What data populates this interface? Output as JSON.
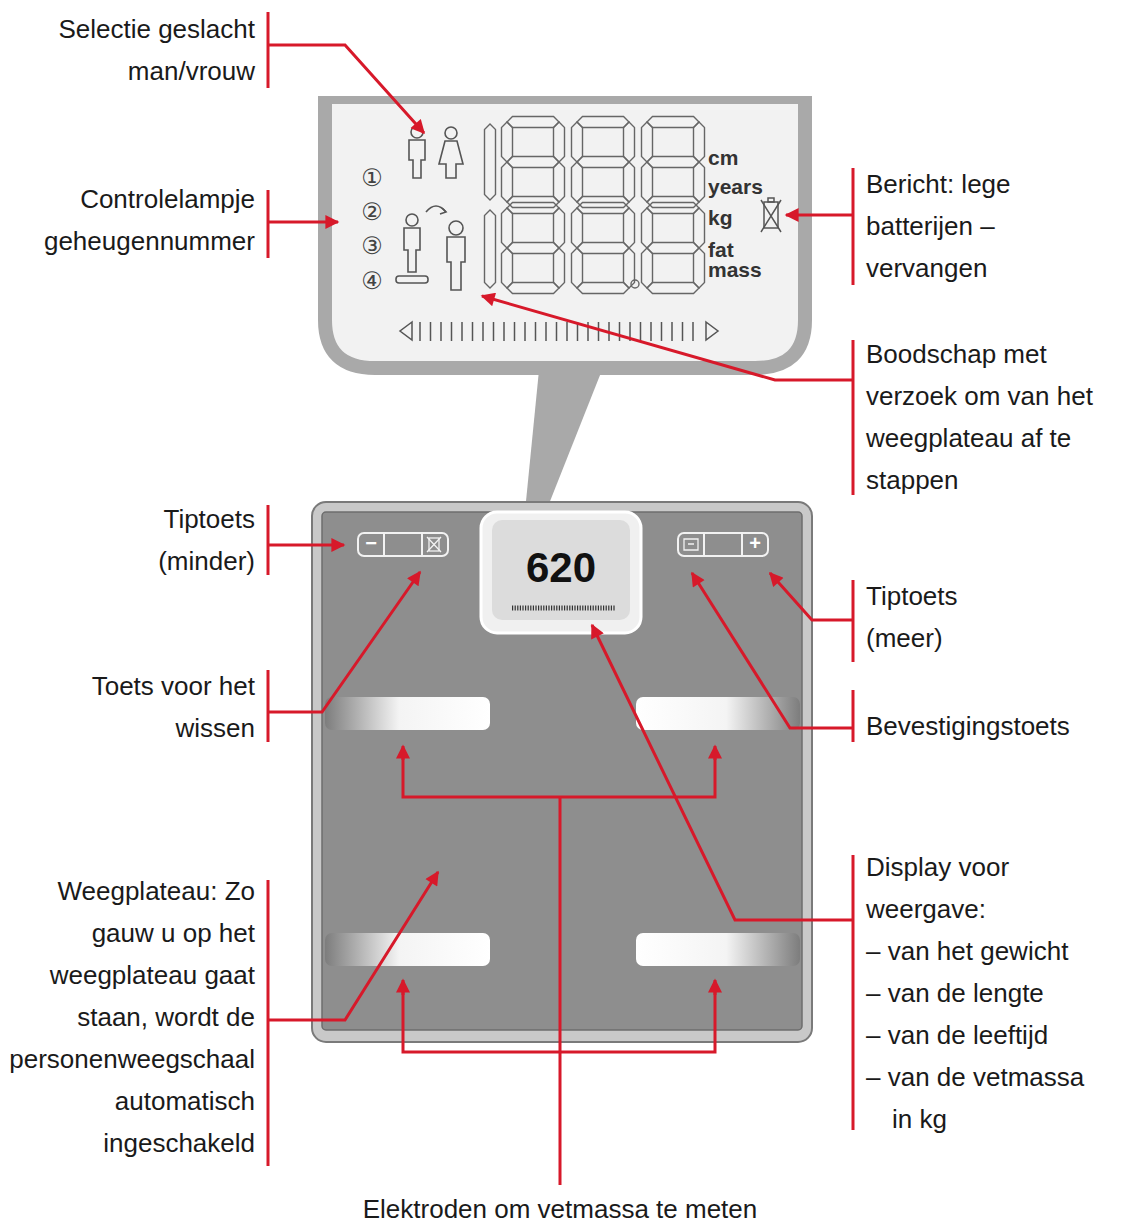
{
  "diagram": {
    "labels": [
      "Selectie geslacht man/vrouw",
      "①",
      "cm",
      "Controlelampje geheugennummer",
      "②",
      "years",
      "Bericht: lege batterijen – vervangen",
      "kg",
      "③",
      "fat mass",
      "④",
      "Boodschap met verzoek om van het weegplateau af te stappen",
      "Tiptoets (minder)",
      "−",
      "620",
      "+",
      "Tiptoets (meer)",
      "Toets voor het wissen",
      "Bevestigingstoets",
      "Display voor weergave:",
      "Weegplateau: Zo gauw u op het weegplateau gaat staan, wordt de personenweegschaal automatisch ingeschakeld",
      "– van het gewicht",
      "– van de lengte",
      "– van de leeftijd",
      "– van de vetmassa in kg",
      "Elektroden om vetmassa te meten"
    ]
  }
}
